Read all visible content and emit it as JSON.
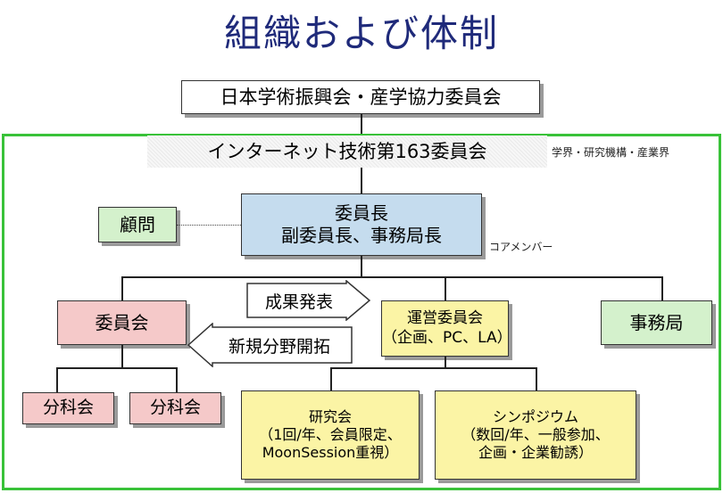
{
  "title": "組織および体制",
  "org": {
    "parent": "日本学術振興会・産学協力委員会",
    "committee_name": "インターネット技術第163委員会",
    "members_note": "学界・研究機構・産業界",
    "chair_line1": "委員長",
    "chair_line2": "副委員長、事務局長",
    "core_members": "コアメンバー",
    "advisor": "顧問",
    "committee": "委員会",
    "operating_line1": "運営委員会",
    "operating_line2": "（企画、PC、LA）",
    "secretariat": "事務局",
    "subcommittee_1": "分科会",
    "subcommittee_2": "分科会",
    "study_line1": "研究会",
    "study_line2": "（1回/年、会員限定、",
    "study_line3": "MoonSession重視）",
    "symposium_line1": "シンポジウム",
    "symposium_line2": "（数回/年、一般参加、",
    "symposium_line3": "企画・企業勧誘）"
  },
  "arrows": {
    "results_presentation": "成果発表",
    "new_field_development": "新規分野開拓"
  },
  "colors": {
    "title": "#1f2a7a",
    "frame": "#39c239",
    "blue_box": "#c5dcee",
    "green_box": "#d4f1cc",
    "pink_box": "#f5c9c9",
    "yellow_box": "#fbf4a5"
  }
}
